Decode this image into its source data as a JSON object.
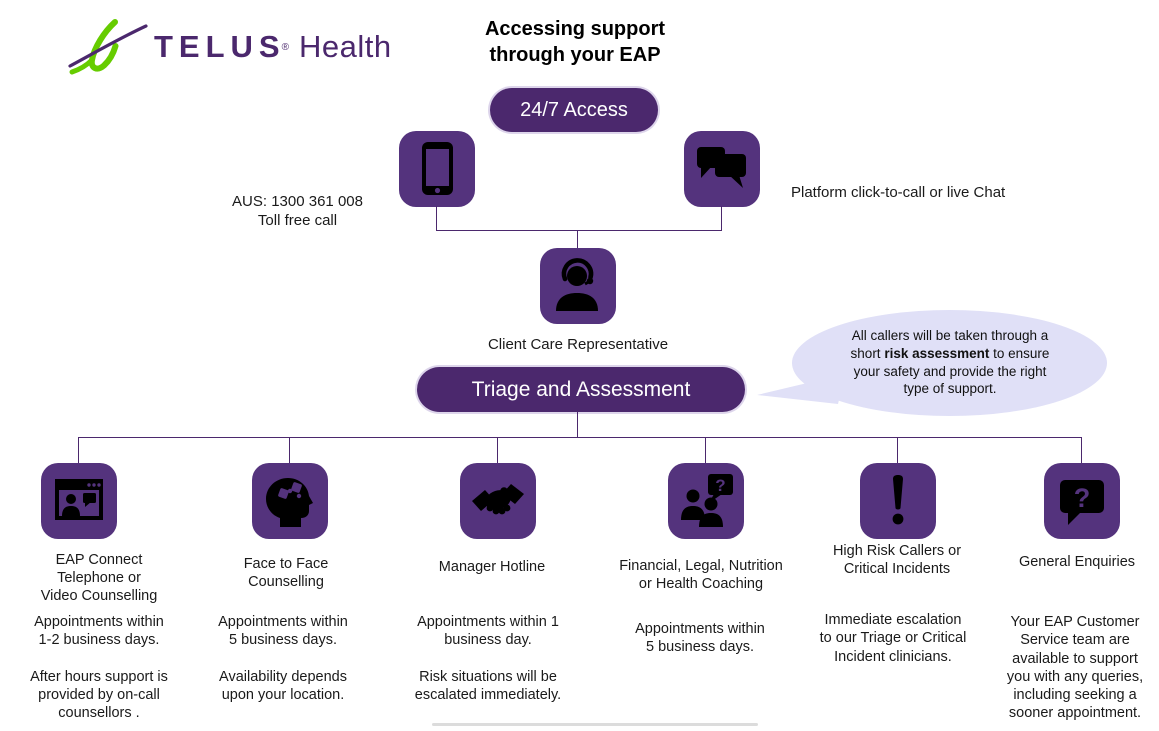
{
  "brand": {
    "telus": "TELUS",
    "reg": "®",
    "health": "Health"
  },
  "title": "Accessing support\nthrough your EAP",
  "access_pill_label": "24/7 Access",
  "phone_note": "AUS: 1300 361 008\nToll free call",
  "chat_note": "Platform click-to-call or live Chat",
  "client_care_label": "Client Care Representative",
  "triage_pill_label": "Triage and Assessment",
  "bubble": {
    "before": "All callers will be taken through a\nshort ",
    "bold": "risk assessment",
    "after": " to ensure\nyour safety and provide the right\ntype of support."
  },
  "icons": {
    "logo": "telus-t-swoosh-icon",
    "top": [
      "smartphone-icon",
      "chat-bubbles-icon"
    ],
    "middle": "headset-agent-icon"
  },
  "colors": {
    "purple_dark": "#4B286D",
    "purple_icon": "#54337D",
    "green": "#66CC00",
    "bubble_bg": "#E0E0F7",
    "line": "#4B286D"
  },
  "columns": [
    {
      "icon": "video-counselling-icon",
      "label": "EAP Connect\nTelephone or\nVideo Counselling",
      "description": "Appointments within\n1-2 business days.\n\nAfter hours support is\nprovided by on-call\ncounsellors ."
    },
    {
      "icon": "head-puzzle-icon",
      "label": "Face to Face\nCounselling",
      "description": "Appointments within\n5 business days.\n\nAvailability depends\nupon your location."
    },
    {
      "icon": "handshake-icon",
      "label": "Manager Hotline",
      "description": "Appointments within 1\nbusiness day.\n\nRisk situations will be\nescalated immediately."
    },
    {
      "icon": "people-question-icon",
      "label": "Financial, Legal, Nutrition\nor Health Coaching",
      "description": "Appointments within\n5 business days."
    },
    {
      "icon": "exclamation-icon",
      "label": "High Risk Callers or\nCritical Incidents",
      "description": "Immediate escalation\nto our Triage or Critical\nIncident clinicians."
    },
    {
      "icon": "question-bubble-icon",
      "label": "General Enquiries",
      "description": "Your EAP Customer\nService team are\navailable to support\nyou with any queries,\nincluding seeking a\nsooner appointment."
    }
  ]
}
